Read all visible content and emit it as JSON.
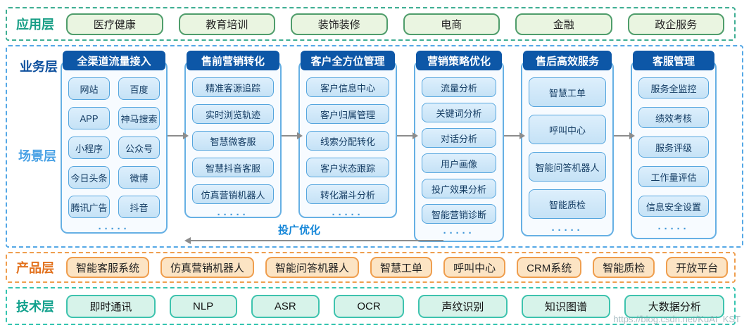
{
  "watermark": "https://blog.csdn.net/KuAI_KST",
  "application": {
    "label": "应用层",
    "items": [
      "医疗健康",
      "教育培训",
      "装饰装修",
      "电商",
      "金融",
      "政企服务"
    ]
  },
  "business": {
    "label": "业务层",
    "scene_label": "场景层",
    "feedback_label": "投广优化",
    "more": "·····",
    "columns": [
      {
        "title": "全渠道流量接入",
        "items": [
          "网站",
          "百度",
          "APP",
          "神马搜索",
          "小程序",
          "公众号",
          "今日头条",
          "微博",
          "腾讯广告",
          "抖音"
        ]
      },
      {
        "title": "售前营销转化",
        "items": [
          "精准客源追踪",
          "实时浏览轨迹",
          "智慧微客服",
          "智慧抖音客服",
          "仿真营销机器人"
        ]
      },
      {
        "title": "客户全方位管理",
        "items": [
          "客户信息中心",
          "客户归属管理",
          "线索分配转化",
          "客户状态跟踪",
          "转化漏斗分析"
        ]
      },
      {
        "title": "营销策略优化",
        "items": [
          "流量分析",
          "关键词分析",
          "对话分析",
          "用户画像",
          "投广效果分析",
          "智能营销诊断"
        ]
      },
      {
        "title": "售后高效服务",
        "items": [
          "智慧工单",
          "呼叫中心",
          "智能问答机器人",
          "智能质检"
        ]
      },
      {
        "title": "客服管理",
        "items": [
          "服务全监控",
          "绩效考核",
          "服务评级",
          "工作量评估",
          "信息安全设置"
        ]
      }
    ]
  },
  "product": {
    "label": "产品层",
    "items": [
      "智能客服系统",
      "仿真营销机器人",
      "智能问答机器人",
      "智慧工单",
      "呼叫中心",
      "CRM系统",
      "智能质检",
      "开放平台"
    ]
  },
  "technology": {
    "label": "技术层",
    "items": [
      "即时通讯",
      "NLP",
      "ASR",
      "OCR",
      "声纹识别",
      "知识图谱",
      "大数据分析"
    ]
  }
}
